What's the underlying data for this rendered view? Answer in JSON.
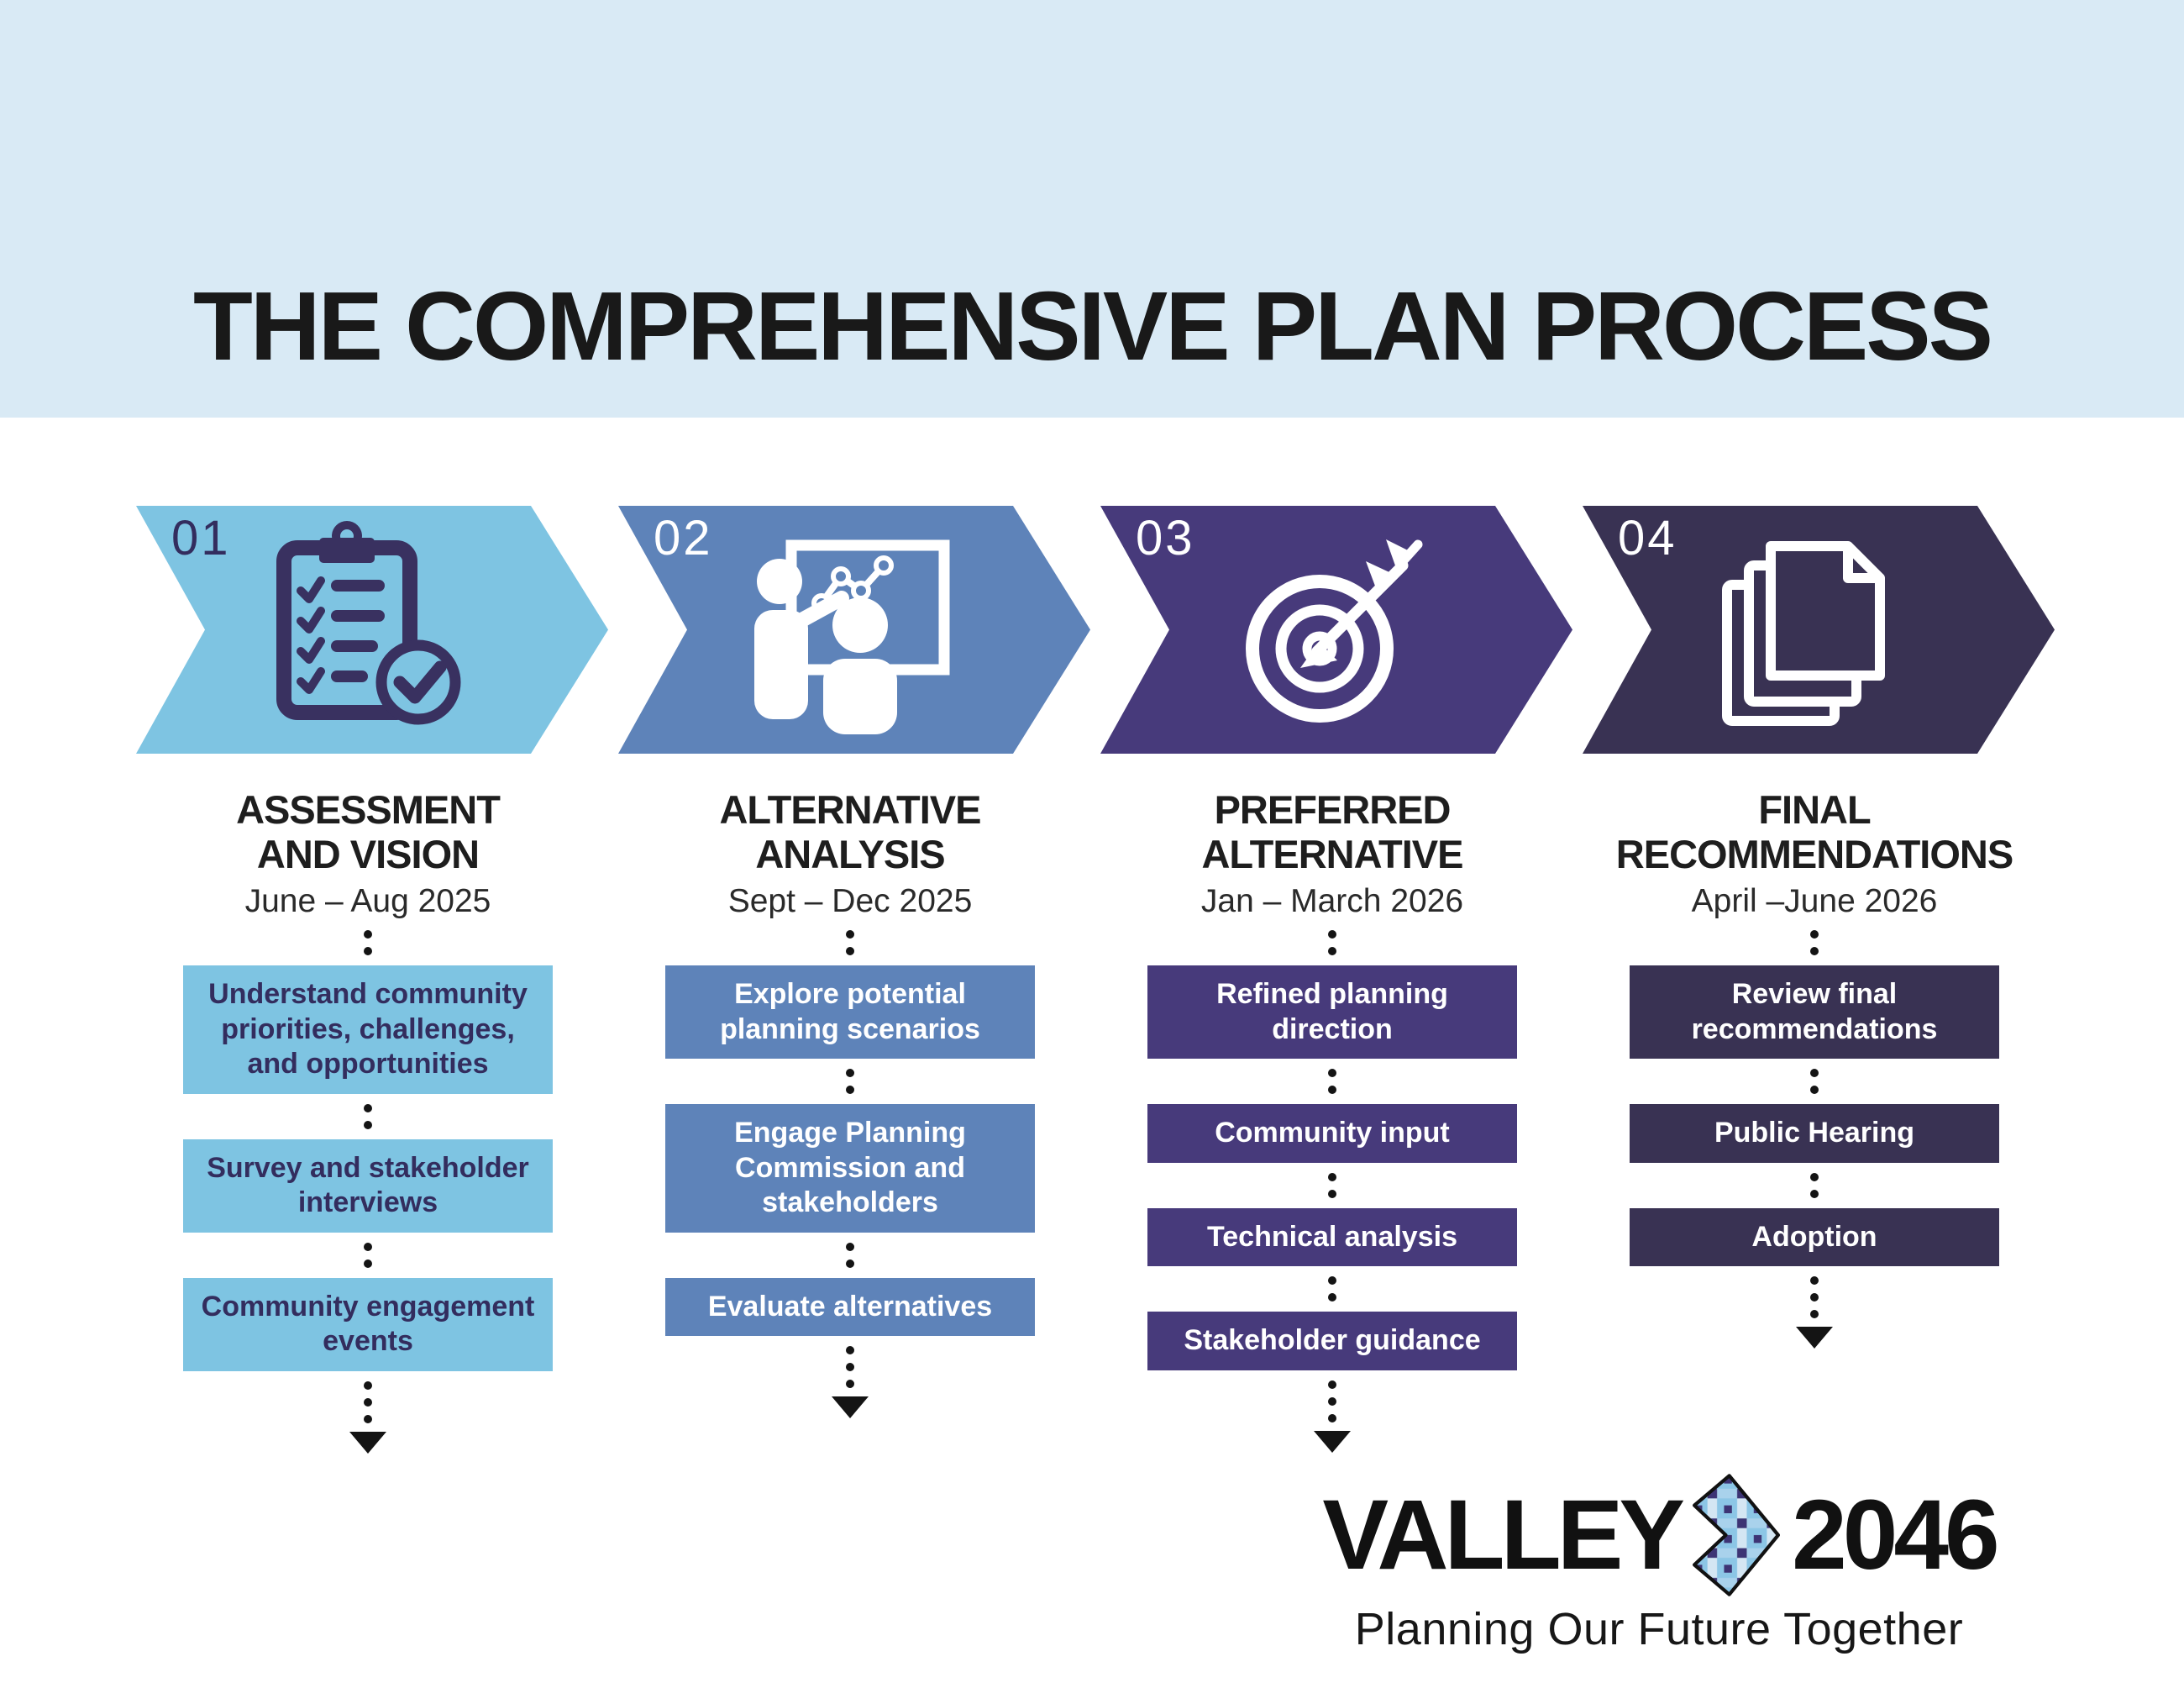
{
  "header": {
    "title": "THE COMPREHENSIVE PLAN PROCESS"
  },
  "colors": {
    "banner_bg": "#D9EAF5",
    "phase1": "#7EC4E2",
    "phase2": "#5E83B9",
    "phase3": "#473A7B",
    "phase4": "#393253",
    "phase1_text": "#332D5E",
    "connector": "#141414"
  },
  "phases": [
    {
      "number": "01",
      "icon": "clipboard-checklist-icon",
      "title_line1": "ASSESSMENT",
      "title_line2": "AND VISION",
      "dates": "June – Aug 2025",
      "items": [
        "Understand community priorities, challenges, and opportunities",
        "Survey and stakeholder interviews",
        "Community engagement events"
      ]
    },
    {
      "number": "02",
      "icon": "presentation-chart-icon",
      "title_line1": "ALTERNATIVE",
      "title_line2": "ANALYSIS",
      "dates": "Sept – Dec 2025",
      "items": [
        "Explore potential planning scenarios",
        "Engage Planning Commission and stakeholders",
        "Evaluate alternatives"
      ]
    },
    {
      "number": "03",
      "icon": "target-arrow-icon",
      "title_line1": "PREFERRED",
      "title_line2": "ALTERNATIVE",
      "dates": "Jan – March 2026",
      "items": [
        "Refined planning direction",
        "Community input",
        "Technical analysis",
        "Stakeholder guidance"
      ]
    },
    {
      "number": "04",
      "icon": "documents-stack-icon",
      "title_line1": "FINAL",
      "title_line2": "RECOMMENDATIONS",
      "dates": "April –June 2026",
      "items": [
        "Review final recommendations",
        "Public Hearing",
        "Adoption"
      ]
    }
  ],
  "logo": {
    "name_left": "VALLEY",
    "name_right": "2046",
    "tagline": "Planning Our Future Together"
  }
}
